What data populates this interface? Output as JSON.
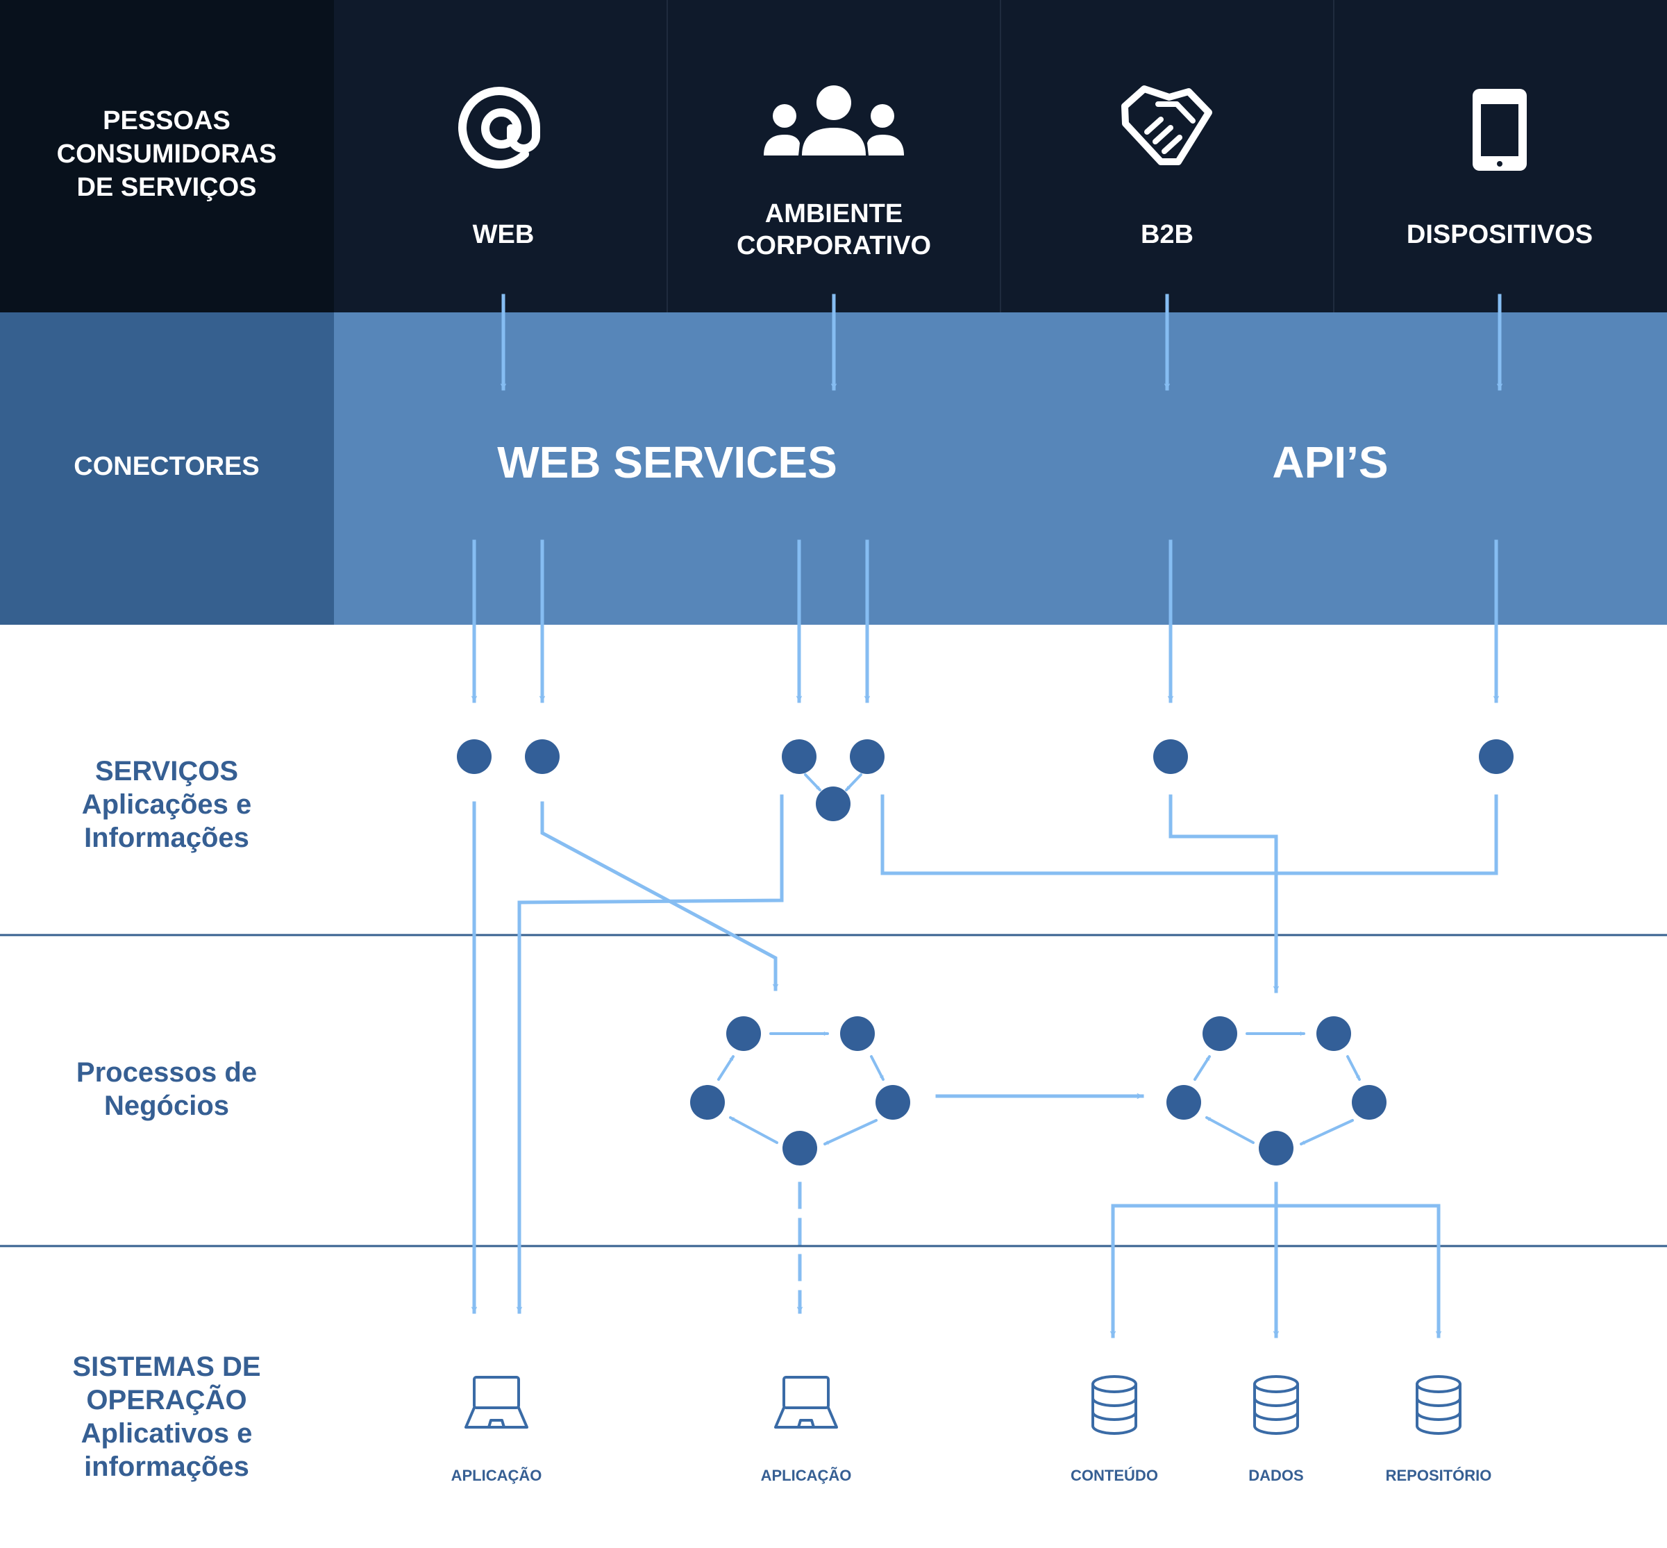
{
  "rows": {
    "consumers": "PESSOAS\nCONSUMIDORAS\nDE SERVIÇOS",
    "connectors": "CONECTORES",
    "services": "SERVIÇOS\nAplicações e\nInformações",
    "processes": "Processos de\nNegócios",
    "systems": "SISTEMAS DE\nOPERAÇÃO\nAplicativos e\ninformações"
  },
  "channels": [
    {
      "label": "WEB",
      "icon": "at-sign-icon"
    },
    {
      "label": "AMBIENTE\nCORPORATIVO",
      "icon": "people-group-icon"
    },
    {
      "label": "B2B",
      "icon": "handshake-icon"
    },
    {
      "label": "DISPOSITIVOS",
      "icon": "tablet-icon"
    }
  ],
  "connectors": {
    "web_services": "WEB SERVICES",
    "apis": "API’S"
  },
  "targets": [
    {
      "label": "APLICAÇÃO",
      "icon": "laptop-icon"
    },
    {
      "label": "APLICAÇÃO",
      "icon": "laptop-icon"
    },
    {
      "label": "CONTEÚDO",
      "icon": "database-icon"
    },
    {
      "label": "DADOS",
      "icon": "database-icon"
    },
    {
      "label": "REPOSITÓRIO",
      "icon": "database-icon"
    }
  ],
  "colors": {
    "header_dark": "#0f1a2b",
    "header_darkest": "#08111c",
    "connector_band": "#5786b9",
    "connector_label_band": "#36608f",
    "flow_arrow": "#86bdf2",
    "node": "#335f98",
    "label_text": "#365f93"
  }
}
